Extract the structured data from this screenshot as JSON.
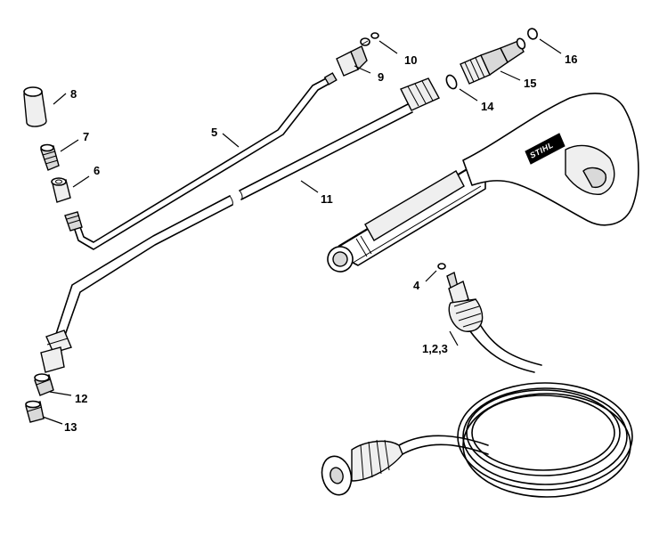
{
  "labels": {
    "p1": "1,2,3",
    "p4": "4",
    "p5": "5",
    "p6": "6",
    "p7": "7",
    "p8": "8",
    "p9": "9",
    "p10": "10",
    "p11": "11",
    "p12": "12",
    "p13": "13",
    "p14": "14",
    "p15": "15",
    "p16": "16"
  },
  "brand": {
    "logo_text": "STIHL"
  }
}
